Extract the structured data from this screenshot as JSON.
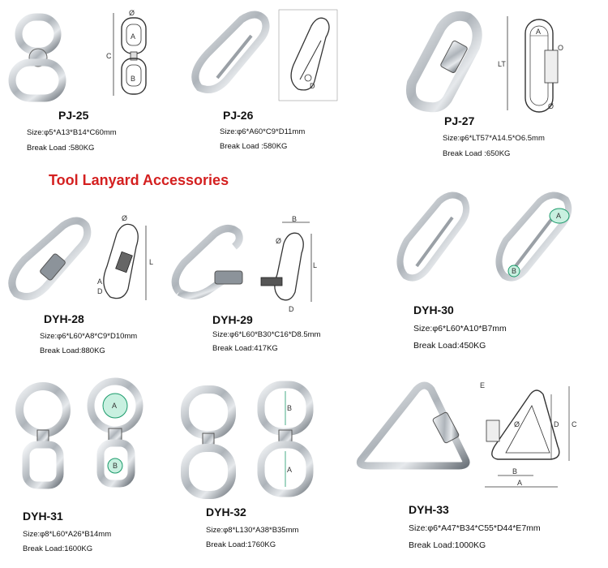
{
  "heading": "Tool Lanyard Accessories",
  "dimension_letters": {
    "phi": "Ø",
    "A": "A",
    "B": "B",
    "C": "C",
    "D": "D",
    "E": "E",
    "L": "L",
    "LT": "LT",
    "O": "O"
  },
  "products": [
    {
      "code": "PJ-25",
      "size": "Size:φ5*A13*B14*C60mm",
      "load": "Break Load :580KG"
    },
    {
      "code": "PJ-26",
      "size": "Size:φ6*A60*C9*D11mm",
      "load": "Break Load :580KG"
    },
    {
      "code": "PJ-27",
      "size": "Size:φ6*LT57*A14.5*O6.5mm",
      "load": "Break Load :650KG"
    },
    {
      "code": "DYH-28",
      "size": "Size:φ6*L60*A8*C9*D10mm",
      "load": "Break Load:880KG"
    },
    {
      "code": "DYH-29",
      "size": "Size:φ6*L60*B30*C16*D8.5mm",
      "load": "Break Load:417KG"
    },
    {
      "code": "DYH-30",
      "size": "Size:φ6*L60*A10*B7mm",
      "load": "Break Load:450KG"
    },
    {
      "code": "DYH-31",
      "size": "Size:φ8*L60*A26*B14mm",
      "load": "Break Load:1600KG"
    },
    {
      "code": "DYH-32",
      "size": "Size:φ8*L130*A38*B35mm",
      "load": "Break Load:1760KG"
    },
    {
      "code": "DYH-33",
      "size": "Size:φ6*A47*B34*C55*D44*E7mm",
      "load": "Break Load:1000KG"
    }
  ],
  "colors": {
    "heading": "#d42020",
    "metal_light": "#e8ebef",
    "metal_dark": "#7d848c",
    "line": "#333333",
    "label_fill": "#c8f0e0"
  }
}
